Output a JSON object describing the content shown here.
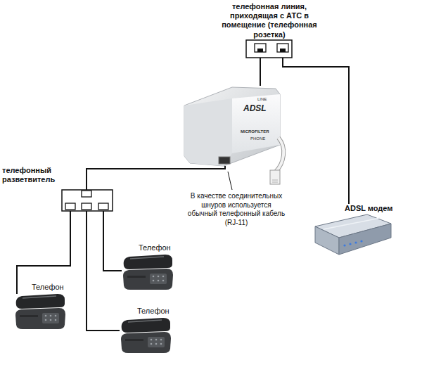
{
  "diagram": {
    "nodes": [
      {
        "text": [
          "телефонная линия, приходящая с АТС в помещение (телефонная розетка)"
        ]
      },
      {
        "text": [
          "LINE",
          "ADSL",
          "MICROFILTER",
          "PHONE"
        ]
      },
      {
        "text": [
          "телефонный разветвитель"
        ]
      },
      {
        "text": [
          "ADSL модем"
        ]
      },
      {
        "text": [
          "Телефон"
        ]
      },
      {
        "text": [
          "Телефон"
        ]
      },
      {
        "text": [
          "Телефон"
        ]
      }
    ],
    "edges": [
      {
        "from": 0,
        "to": 1,
        "arrow": "none"
      },
      {
        "from": 0,
        "to": 3,
        "arrow": "none"
      },
      {
        "from": 1,
        "to": 2,
        "arrow": "none"
      },
      {
        "from": 2,
        "to": 4,
        "arrow": "none"
      },
      {
        "from": 2,
        "to": 5,
        "arrow": "none"
      },
      {
        "from": 2,
        "to": 6,
        "arrow": "none"
      }
    ],
    "labels": [
      "В качестве соединительных шнуров используется обычный телефонный кабель (RJ-11)"
    ]
  }
}
